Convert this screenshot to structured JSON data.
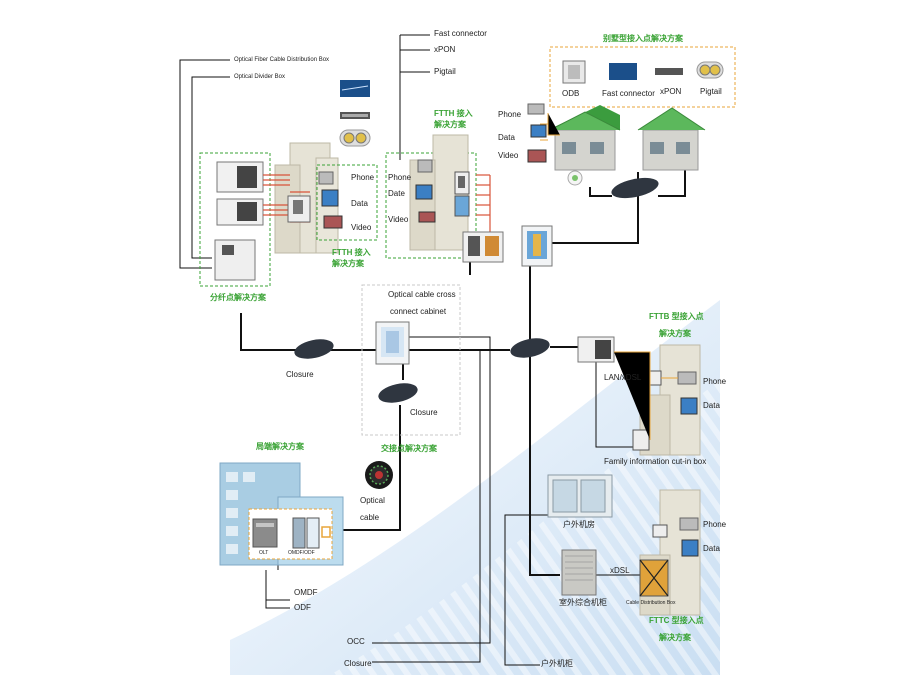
{
  "labels": {
    "fast_connector_top": "Fast connector",
    "xpon_top": "xPON",
    "pigtail_top": "Pigtail",
    "ocdb": "Optical Fiber Cable Distribution Box",
    "odb_box": "Optical Divider Box",
    "ftth_1": "FTTH 接入",
    "ftth_2": "解决方案",
    "villa_title": "别墅型接入点解决方案",
    "villa_odb": "ODB",
    "villa_fast": "Fast connector",
    "villa_xpon": "xPON",
    "villa_pigtail": "Pigtail",
    "phone_a": "Phone",
    "data_a": "Data",
    "video_a": "Video",
    "phone_b": "Phone",
    "date_b": "Date",
    "video_b": "Video",
    "phone_c": "Phone",
    "data_c": "Data",
    "video_c": "Video",
    "ftth_left_1": "FTTH 接入",
    "ftth_left_2": "解决方案",
    "split_solution": "分纤点解决方案",
    "occ_title_1": "Optical cable cross",
    "occ_title_2": "connect cabinet",
    "closure_left": "Closure",
    "closure_mid": "Closure",
    "cross_solution": "交接点解决方案",
    "central_solution": "局端解决方案",
    "optical_cable_1": "Optical",
    "optical_cable_2": "cable",
    "olt": "OLT",
    "omdf_odf": "OMDF/ODF",
    "omdf": "OMDF",
    "odf": "ODF",
    "occ": "OCC",
    "closure_bottom": "Closure",
    "outdoor_cabinet_bottom": "户外机柜",
    "fttb_1": "FTTB 型接入点",
    "fttb_2": "解决方案",
    "lan_xdsl": "LAN/xDSL",
    "phone_d": "Phone",
    "data_d": "Data",
    "family_box": "Family information cut-in box",
    "outdoor_room": "户外机房",
    "outdoor_integrated": "室外综合机柜",
    "xdsl": "xDSL",
    "cable_dist_box": "Cable Distribution Box",
    "phone_e": "Phone",
    "data_e": "Data",
    "fttc_1": "FTTC 型接入点",
    "fttc_2": "解决方案"
  },
  "colors": {
    "accent_green": "#3aa335",
    "dashed_orange": "#e8a53a",
    "building": "#e6e3d6",
    "line": "#111111",
    "fiber_red": "#d9533a"
  }
}
